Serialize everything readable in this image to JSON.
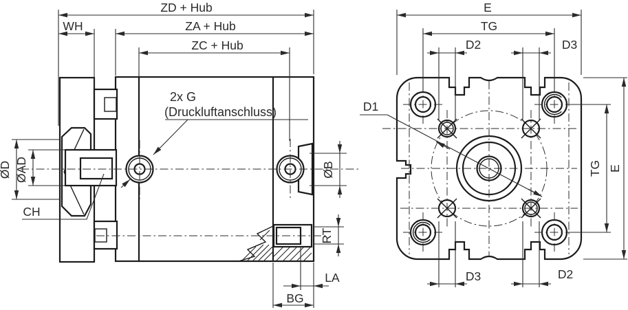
{
  "colors": {
    "background": "#ffffff",
    "line": "#1b1b1b",
    "text": "#2a2a2a"
  },
  "side_view": {
    "dim_zd_hub": "ZD + Hub",
    "dim_wh": "WH",
    "dim_za_hub": "ZA + Hub",
    "dim_zc_hub": "ZC + Hub",
    "dim_od": "ØD",
    "dim_oad": "ØAD",
    "dim_ch": "CH",
    "port_note_line1": "2x G",
    "port_note_line2": "(Druckluftanschluss)",
    "dim_ob": "ØB",
    "dim_rt": "RT",
    "dim_la": "LA",
    "dim_bg": "BG"
  },
  "end_view": {
    "dim_e_top": "E",
    "dim_tg_top": "TG",
    "dim_d2_top": "D2",
    "dim_d3_top": "D3",
    "dim_d1": "D1",
    "dim_d3_bottom": "D3",
    "dim_d2_bottom": "D2",
    "dim_tg_side": "TG",
    "dim_e_side": "E"
  }
}
